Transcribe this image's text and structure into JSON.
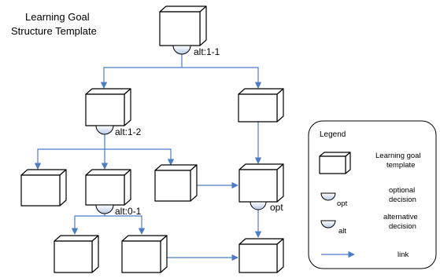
{
  "title": {
    "line1": "Learning Goal",
    "line2": "Structure Template"
  },
  "decisions": {
    "root": "alt:1-1",
    "level2": "alt:1-2",
    "level3": "alt:0-1",
    "optional": "opt"
  },
  "legend": {
    "title": "Legend",
    "template_label_1": "Learning goal",
    "template_label_2": "template",
    "optional_label_1": "optional",
    "optional_label_2": "decision",
    "optional_symbol_sub": "opt",
    "alternative_label_1": "alternative",
    "alternative_label_2": "decision",
    "alternative_symbol_sub": "alt",
    "link_label": "link"
  },
  "colors": {
    "link": "#4a7cc7",
    "decision_fill": "#c9d7ec",
    "stroke": "#000000"
  }
}
